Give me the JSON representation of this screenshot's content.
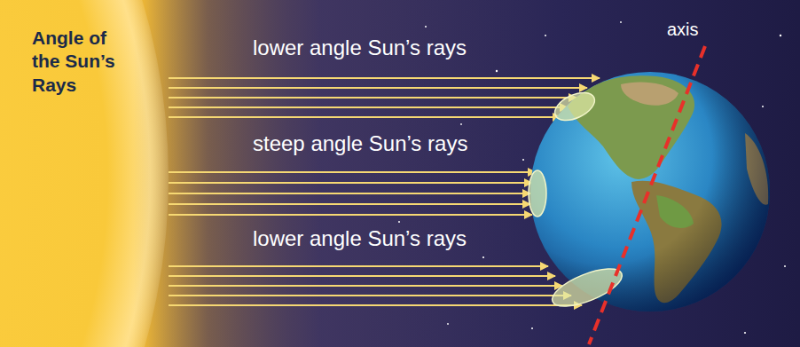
{
  "diagram": {
    "title": "Angle of the Sun’s Rays",
    "labels": [
      "lower angle Sun’s rays",
      "steep angle Sun’s rays",
      "lower angle Sun’s rays",
      "axis"
    ]
  }
}
